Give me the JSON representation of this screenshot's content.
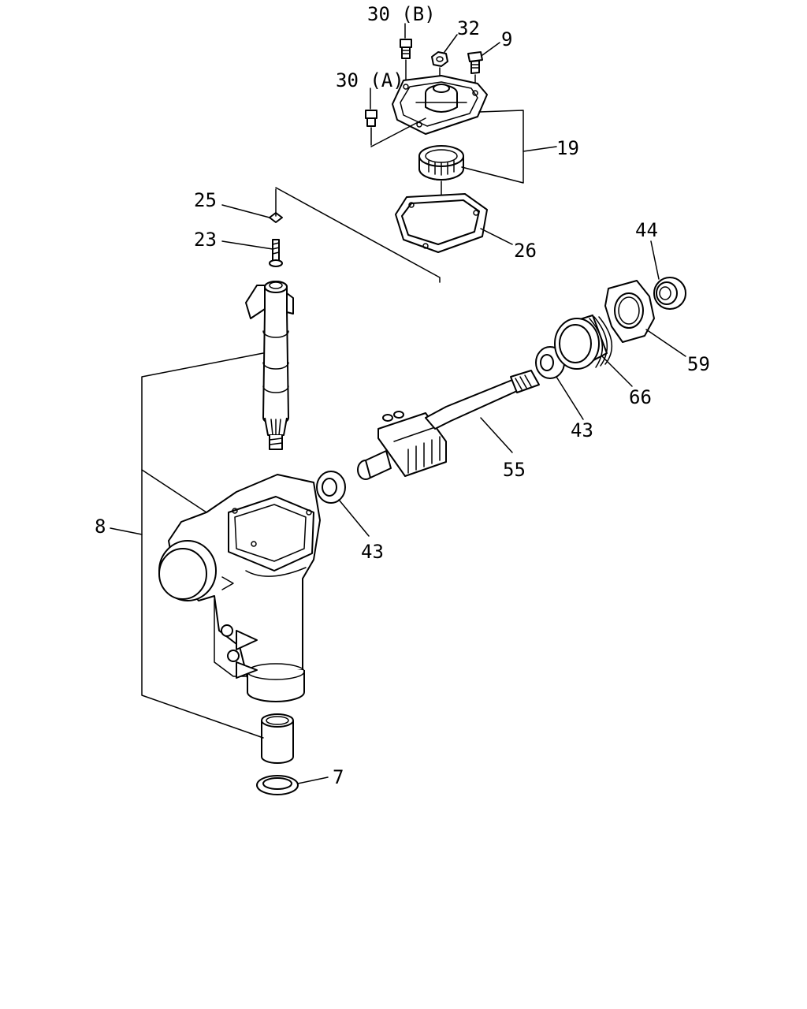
{
  "labels": {
    "p30b": "30 (B)",
    "p32": "32",
    "p9": "9",
    "p30a": "30 (A)",
    "p19": "19",
    "p25": "25",
    "p23": "23",
    "p26": "26",
    "p44": "44",
    "p59": "59",
    "p66": "66",
    "p43a": "43",
    "p43b": "43",
    "p55": "55",
    "p8": "8",
    "p7": "7"
  }
}
